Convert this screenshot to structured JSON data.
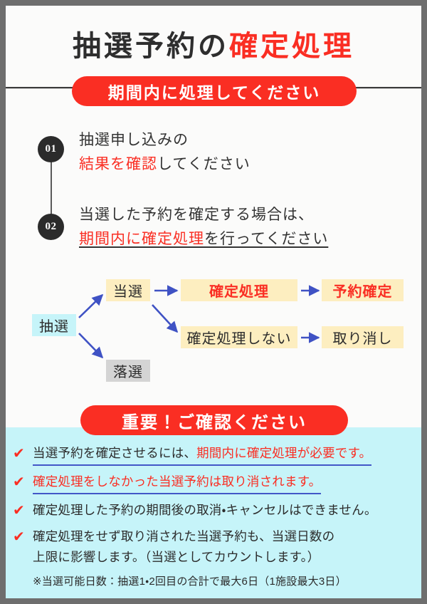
{
  "header": {
    "title_black": "抽選予約の",
    "title_red": "確定処理",
    "pill_label": "期間内に処理してください"
  },
  "steps": [
    {
      "number": "01",
      "line1": "抽選申し込みの",
      "line2_red": "結果を確認",
      "line2_black": "してください"
    },
    {
      "number": "02",
      "line1": "当選した予約を確定する場合は、",
      "line2_red": "期間内に確定処理",
      "line2_black": "を行ってください"
    }
  ],
  "flow": {
    "start": "抽選",
    "win": "当選",
    "lose": "落選",
    "confirm": "確定処理",
    "no_confirm": "確定処理しない",
    "reserved": "予約確定",
    "cancelled": "取り消し",
    "arrow_color": "#3f52c4",
    "cream": "#fdeec0",
    "cyan": "#c6f4f9",
    "gray": "#d4d4d4",
    "red": "#fa2e23"
  },
  "notice": {
    "pill_label": "重要！ご確認ください",
    "check_glyph": "✔",
    "items": [
      {
        "black_1": "当選予約を確定させるには、",
        "red_1": "期間内に確定処理が必要です。",
        "underline": true
      },
      {
        "black_1": "",
        "red_1": "確定処理をしなかった当選予約は取り消されます。",
        "underline": true
      },
      {
        "black_1": "確定処理した予約の期間後の取消・キャンセルはできません。",
        "red_1": "",
        "underline": false
      },
      {
        "black_1": "確定処理をせず取り消された当選予約も、当選日数の",
        "black_2": "上限に影響します。（当選としてカウントします。）",
        "red_1": "",
        "underline": false
      }
    ],
    "footnote": "※当選可能日数：抽選1・2回目の合計で最大6日（1施設最大3日）"
  }
}
